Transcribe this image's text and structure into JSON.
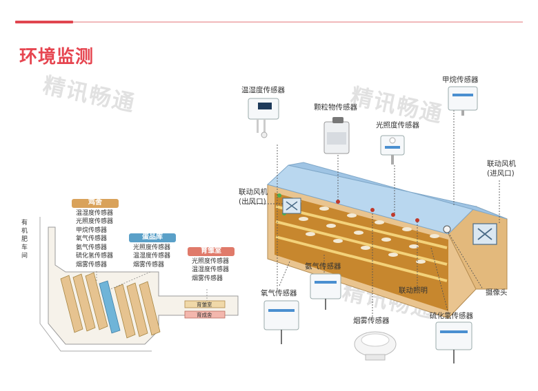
{
  "page": {
    "title": "环境监测",
    "watermark": "精讯畅通"
  },
  "floor_plan": {
    "side_label": [
      "有",
      "机",
      "肥",
      "车",
      "间"
    ],
    "boxes": [
      {
        "title": "鸡舍",
        "color": "#d9a25a",
        "items": [
          "温湿度传感器",
          "光照度传感器",
          "甲烷传感器",
          "氧气传感器",
          "氨气传感器",
          "硫化氢传感器",
          "烟雾传感器"
        ]
      },
      {
        "title": "蛋品库",
        "color": "#5aa0c8",
        "items": [
          "光照度传感器",
          "温湿度传感器",
          "烟雾传感器"
        ]
      },
      {
        "title": "育雏室",
        "color": "#e07a6a",
        "items": [
          "光照度传感器",
          "温湿度传感器",
          "烟雾传感器"
        ]
      }
    ],
    "room_labels": [
      "育雏室",
      "育成舍"
    ]
  },
  "diagram_labels": {
    "temp_humidity": "温湿度传感器",
    "particulate": "颗粒物传感器",
    "light": "光照度传感器",
    "methane": "甲烷传感器",
    "fan_in": [
      "联动风机",
      "(进风口)"
    ],
    "fan_out": [
      "联动风机",
      "(出风口)"
    ],
    "ammonia": "氨气传感器",
    "oxygen": "氧气传感器",
    "lighting": "联动照明",
    "camera": "摄像头",
    "smoke": "烟雾传感器",
    "h2s": "硫化氢传感器"
  },
  "colors": {
    "accent": "#e64550",
    "barn_wall": "#e9c48f",
    "barn_roof": "#b9d7ef",
    "interior": "#c7872e"
  }
}
